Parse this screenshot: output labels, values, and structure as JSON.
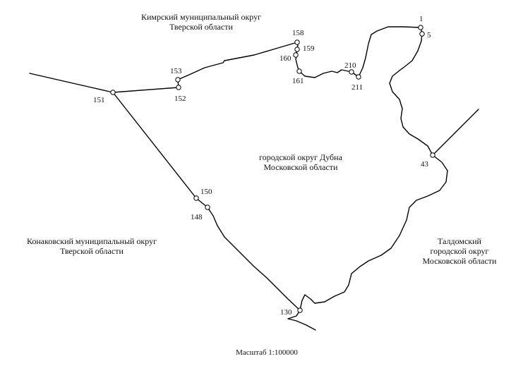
{
  "regions": {
    "kimry_1": "Кимрский муниципальный округ",
    "kimry_2": "Тверской области",
    "dubna_1": "городской округ Дубна",
    "dubna_2": "Московской области",
    "konakovo_1": "Конаковский муниципальный округ",
    "konakovo_2": "Тверской области",
    "taldom_1": "Талдомский",
    "taldom_2": "городской округ",
    "taldom_3": "Московской области"
  },
  "points": {
    "p1": "1",
    "p5": "5",
    "p43": "43",
    "p130": "130",
    "p148": "148",
    "p150": "150",
    "p151": "151",
    "p152": "152",
    "p153": "153",
    "p158": "158",
    "p159": "159",
    "p160": "160",
    "p161": "161",
    "p210": "210",
    "p211": "211"
  },
  "scale_label": "Масштаб 1:100000"
}
